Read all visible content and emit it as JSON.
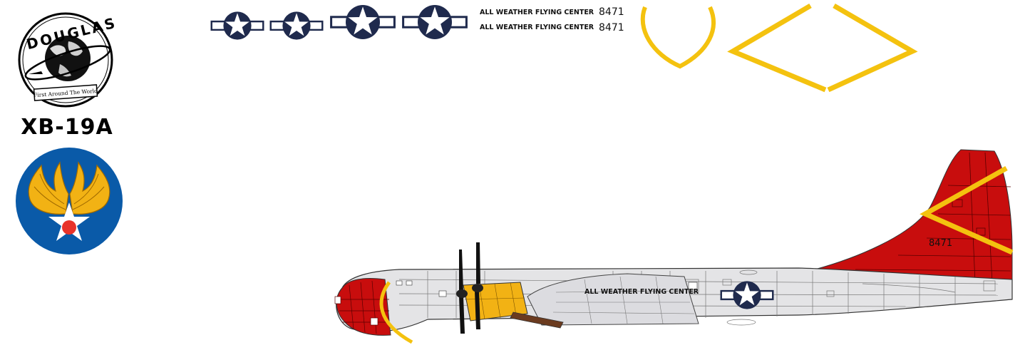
{
  "logo": {
    "brand": "DOUGLAS",
    "motto": "First Around The World"
  },
  "aircraft": {
    "designation": "XB-19A",
    "serial": "8471",
    "unit_text": "ALL WEATHER FLYING CENTER"
  },
  "decals": {
    "unit_text_1": "ALL WEATHER FLYING CENTER",
    "unit_text_2": "ALL WEATHER FLYING CENTER",
    "serial_1": "8471",
    "serial_2": "8471",
    "roundel_count": 4
  },
  "colors": {
    "insignia_blue": "#1f2a4d",
    "yellow_stripe": "#f4c20f",
    "tail_red": "#c80d0d",
    "fuselage_gray": "#e4e4e6",
    "usaac_blue": "#0a5aa8",
    "usaac_gold": "#f2b214",
    "usaac_red": "#e8332a"
  },
  "icons": [
    "douglas-globe-logo-icon",
    "usaac-wings-emblem-icon",
    "star-roundel-icon",
    "propeller-icon"
  ]
}
